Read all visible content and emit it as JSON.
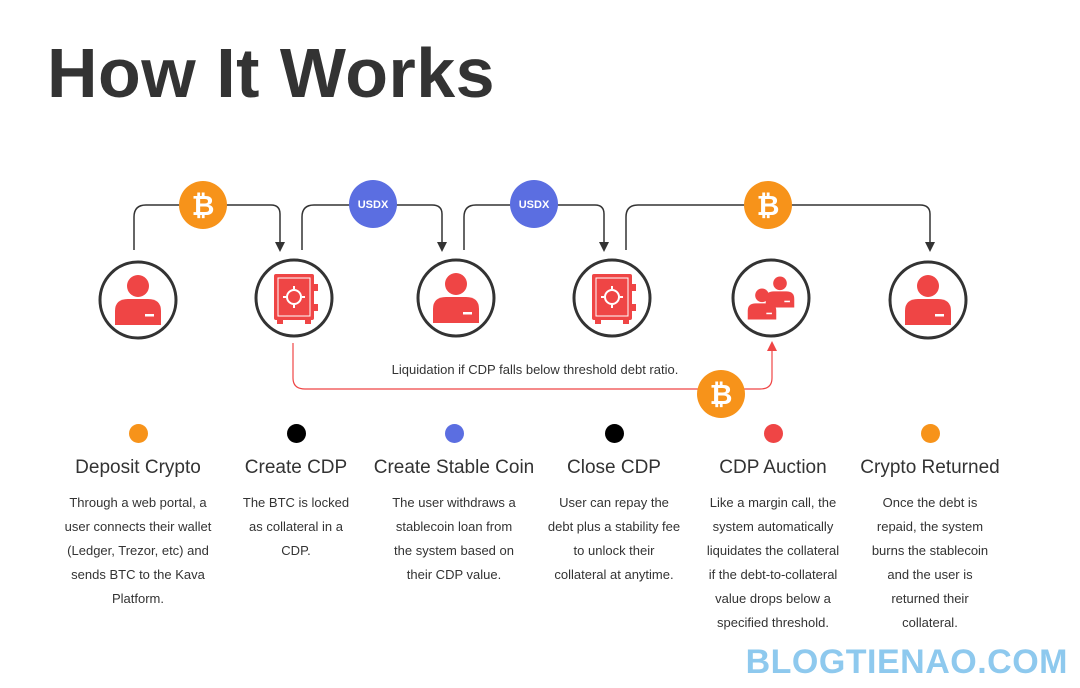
{
  "title": "How It Works",
  "liquidation_text": "Liquidation if CDP falls below threshold debt ratio.",
  "coin_labels": {
    "usdx": "USDX"
  },
  "steps": [
    {
      "title": "Deposit Crypto",
      "desc": "Through a web portal, a user connects their wallet (Ledger, Trezor, etc) and sends BTC to the Kava Platform.",
      "dot_color": "#f7931a"
    },
    {
      "title": "Create CDP",
      "desc": "The BTC is locked as collateral in a CDP.",
      "dot_color": "#000000"
    },
    {
      "title": "Create Stable Coin",
      "desc": "The user withdraws a stablecoin loan from the system based on their CDP value.",
      "dot_color": "#5b6ee1"
    },
    {
      "title": "Close CDP",
      "desc": "User can repay the debt plus a stability fee to unlock their collateral at anytime.",
      "dot_color": "#000000"
    },
    {
      "title": "CDP Auction",
      "desc": "Like a margin call, the system automatically liquidates the collateral if the debt-to-collateral value drops below a specified threshold.",
      "dot_color": "#ef4545"
    },
    {
      "title": "Crypto Returned",
      "desc": "Once the debt is repaid, the system burns the stablecoin and the user is returned their collateral.",
      "dot_color": "#f7931a"
    }
  ],
  "colors": {
    "bitcoin": "#f7931a",
    "usdx": "#5b6ee1",
    "icon_red": "#ef4545",
    "line": "#333333"
  },
  "watermark": "BLOGTIENAO.COM"
}
